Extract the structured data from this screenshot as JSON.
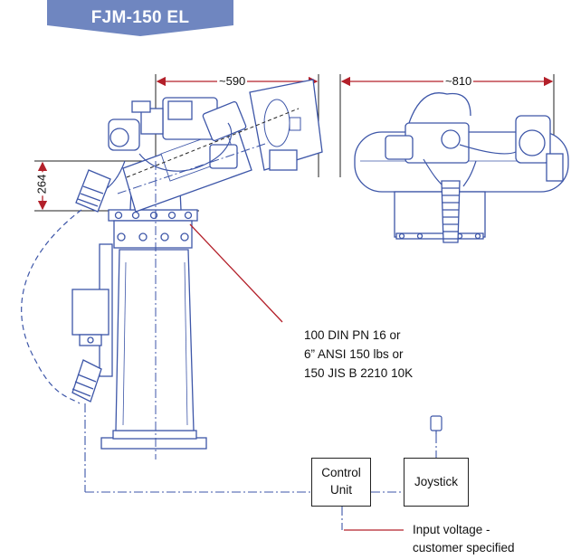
{
  "title": "FJM-150 EL",
  "dimensions": {
    "width_front": "~590",
    "width_side": "~810",
    "height": "264"
  },
  "flange_note": {
    "line1": "100 DIN PN 16 or",
    "line2": "6” ANSI 150 lbs or",
    "line3": "150 JIS B 2210 10K"
  },
  "control_unit": {
    "line1": "Control",
    "line2": "Unit"
  },
  "joystick": "Joystick",
  "input_note": {
    "line1": "Input voltage -",
    "line2": "customer specified"
  },
  "colors": {
    "banner": "#6f86c0",
    "drawing": "#3d56a8",
    "leader": "#b3202a",
    "dimension": "#b3202a"
  }
}
